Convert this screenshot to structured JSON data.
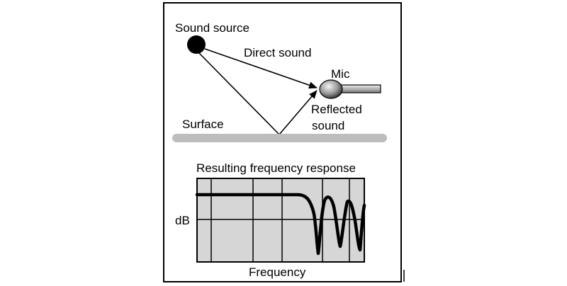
{
  "diagram": {
    "labels": {
      "source": "Sound source",
      "direct": "Direct sound",
      "mic": "Mic",
      "reflected_1": "Reflected",
      "reflected_2": "sound",
      "surface": "Surface"
    },
    "colors": {
      "frame": "#000000",
      "surface": "#bdbdbd",
      "plot_background": "#d6d6d6",
      "grid": "#000000",
      "curve": "#000000"
    },
    "icons": [
      "sound-source-dot",
      "mic-icon",
      "arrow-head"
    ]
  },
  "graph": {
    "title": "Resulting frequency response",
    "ylabel": "dB",
    "xlabel": "Frequency"
  }
}
